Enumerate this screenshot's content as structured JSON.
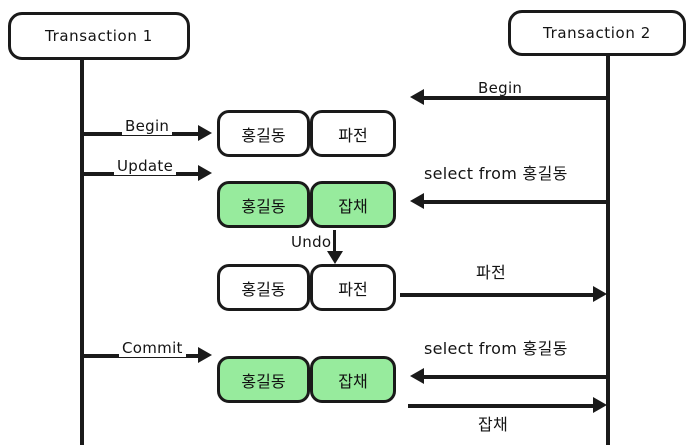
{
  "diagram": {
    "title": "Transaction isolation sequence diagram",
    "colors": {
      "stroke": "#1a1a1a",
      "green_highlight": "#97eb9d",
      "background": "#ffffff"
    }
  },
  "actors": {
    "left": {
      "label": "Transaction 1"
    },
    "right": {
      "label": "Transaction 2"
    }
  },
  "records": {
    "row1": {
      "name": "홍길동",
      "value": "파전",
      "highlighted": false
    },
    "row2": {
      "name": "홍길동",
      "value": "잡채",
      "highlighted": true
    },
    "row3": {
      "name": "홍길동",
      "value": "파전",
      "highlighted": false
    },
    "row4": {
      "name": "홍길동",
      "value": "잡채",
      "highlighted": true
    }
  },
  "messages": {
    "t2_begin": "Begin",
    "t1_begin": "Begin",
    "t1_update": "Update",
    "t2_select_1": "select from 홍길동",
    "undo": "Undo",
    "result_pajeon": "파전",
    "t1_commit": "Commit",
    "t2_select_2": "select from 홍길동",
    "result_japchae": "잡채"
  }
}
